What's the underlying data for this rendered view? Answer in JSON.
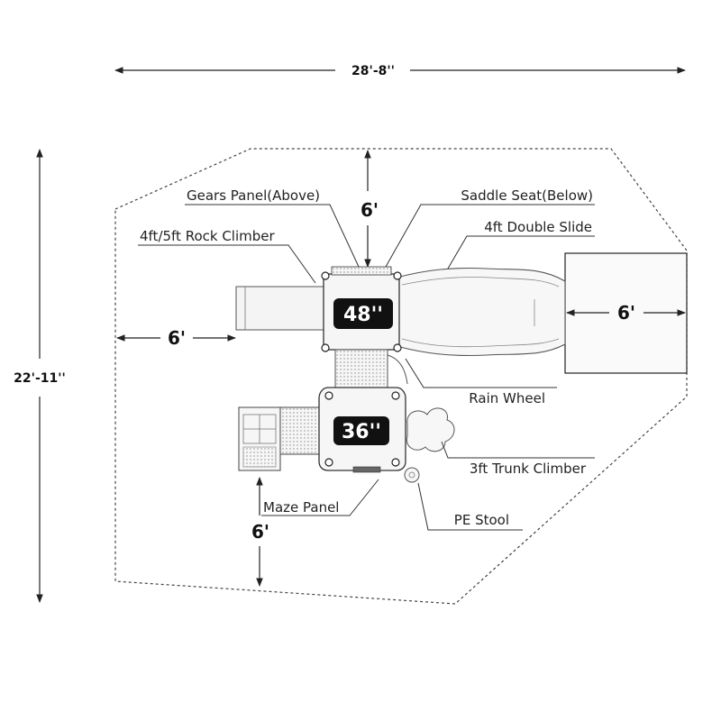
{
  "dimensions": {
    "overall_width": "28'-8''",
    "overall_height": "22'-11''",
    "top_clearance": "6'",
    "left_clearance": "6'",
    "right_clearance": "6'",
    "bottom_clearance": "6'"
  },
  "platforms": {
    "upper": "48''",
    "lower": "36''"
  },
  "components": {
    "gears_panel": "Gears Panel(Above)",
    "saddle_seat": "Saddle Seat(Below)",
    "rock_climber": "4ft/5ft Rock Climber",
    "double_slide": "4ft Double Slide",
    "rain_wheel": "Rain Wheel",
    "trunk_climber": "3ft Trunk Climber",
    "maze_panel": "Maze Panel",
    "pe_stool": "PE Stool"
  },
  "colors": {
    "line": "#333333",
    "platform_label_bg": "#111111",
    "platform_label_text": "#ffffff",
    "equipment_fill": "#f4f4f4"
  }
}
